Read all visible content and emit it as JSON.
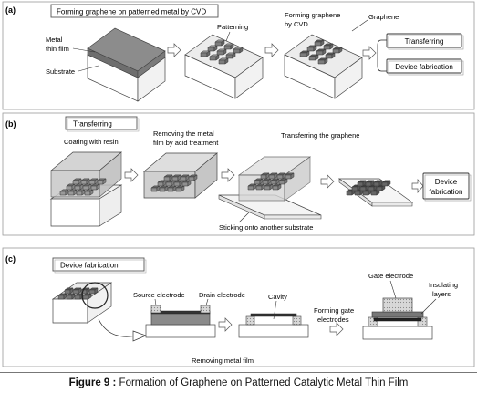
{
  "panel_a": {
    "letter": "(a)",
    "title": "Forming graphene on patterned metal by CVD",
    "label_metal": "Metal",
    "label_thin_film": "thin film",
    "label_substrate": "Substrate",
    "label_patterning": "Patterning",
    "label_forming_graphene": "Forming graphene",
    "label_by_cvd": "by CVD",
    "label_graphene": "Graphene",
    "box_transferring": "Transferring",
    "box_device_fabrication": "Device fabrication"
  },
  "panel_b": {
    "letter": "(b)",
    "title": "Transferring",
    "label_coating": "Coating with resin",
    "label_removing_1": "Removing the metal",
    "label_removing_2": "film by acid treatment",
    "label_transferring": "Transferring the graphene",
    "label_sticking": "Sticking onto another substrate",
    "box_device_1": "Device",
    "box_device_2": "fabrication"
  },
  "panel_c": {
    "letter": "(c)",
    "title": "Device fabrication",
    "label_source": "Source electrode",
    "label_drain": "Drain electrode",
    "label_cavity": "Cavity",
    "label_forming_gate_1": "Forming gate",
    "label_forming_gate_2": "electrodes",
    "label_gate": "Gate electrode",
    "label_insulating_1": "Insulating",
    "label_insulating_2": "layers",
    "label_removing_metal": "Removing metal film"
  },
  "caption": {
    "prefix": "Figure 9 :",
    "text": " Formation of Graphene on Patterned Catalytic Metal Thin Film"
  }
}
